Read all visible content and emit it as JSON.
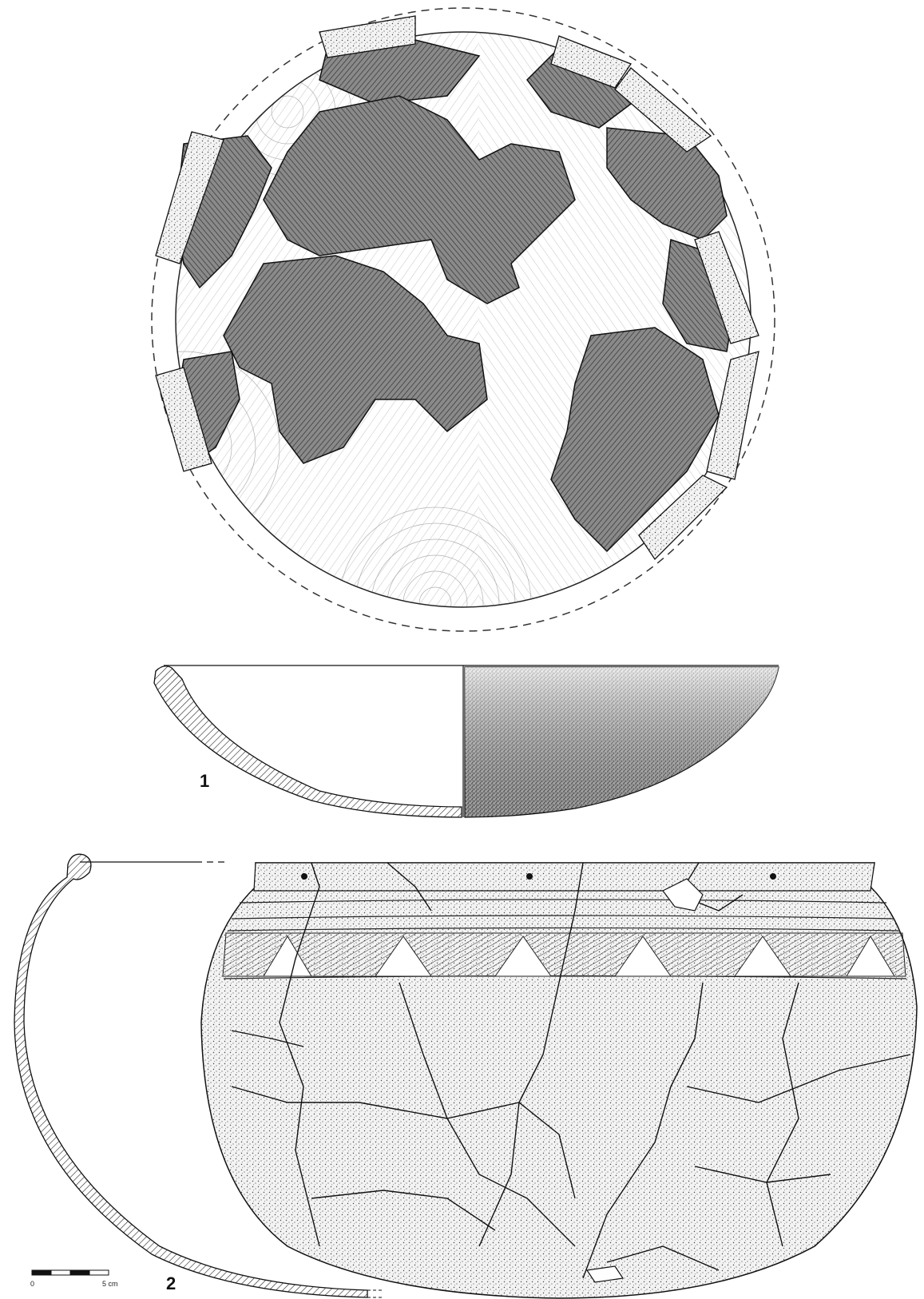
{
  "figure": {
    "vessel_1": {
      "number": "1"
    },
    "vessel_2": {
      "number": "2"
    }
  },
  "scale_bar": {
    "start_label": "0",
    "end_label": "5 cm"
  },
  "colors": {
    "ink": "#111111",
    "sherd_fill": "#8c8c8c",
    "restored_fill": "#ffffff",
    "stipple": "#3a3a3a"
  }
}
